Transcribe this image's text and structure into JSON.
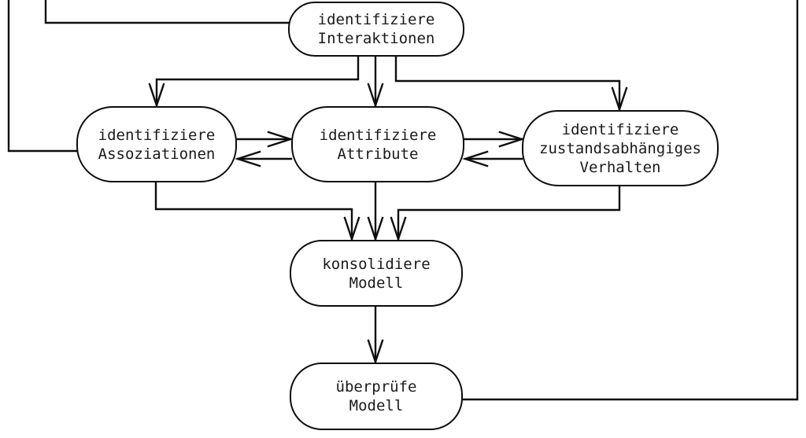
{
  "diagram": {
    "type": "flowchart",
    "language": "de",
    "background_color": "#ffffff",
    "stroke_color": "#0d0d0d",
    "text_color": "#1a1a1a",
    "nodes": [
      {
        "id": "identifiziere-interaktionen",
        "line1": "identifiziere",
        "line2": "Interaktionen"
      },
      {
        "id": "identifiziere-assoziationen",
        "line1": "identifiziere",
        "line2": "Assoziationen"
      },
      {
        "id": "identifiziere-attribute",
        "line1": "identifiziere",
        "line2": "Attribute"
      },
      {
        "id": "identifiziere-zustandsabhaengiges-verhalten",
        "line1": "identifiziere",
        "line2": "zustandsabhängiges",
        "line3": "Verhalten"
      },
      {
        "id": "konsolidiere-modell",
        "line1": "konsolidiere",
        "line2": "Modell"
      },
      {
        "id": "ueberpruefe-modell",
        "line1": "überprüfe",
        "line2": "Modell"
      }
    ],
    "edges": [
      {
        "from": "offscreen-top",
        "to": "identifiziere-interaktionen",
        "arrowhead": false
      },
      {
        "from": "offscreen-top",
        "to": "identifiziere-assoziationen",
        "arrowhead": false
      },
      {
        "from": "identifiziere-interaktionen",
        "to": "identifiziere-assoziationen",
        "arrowhead": true
      },
      {
        "from": "identifiziere-interaktionen",
        "to": "identifiziere-attribute",
        "arrowhead": true
      },
      {
        "from": "identifiziere-interaktionen",
        "to": "identifiziere-zustandsabhaengiges-verhalten",
        "arrowhead": true
      },
      {
        "from": "identifiziere-assoziationen",
        "to": "identifiziere-attribute",
        "arrowhead": true
      },
      {
        "from": "identifiziere-attribute",
        "to": "identifiziere-assoziationen",
        "arrowhead": true
      },
      {
        "from": "identifiziere-attribute",
        "to": "identifiziere-zustandsabhaengiges-verhalten",
        "arrowhead": true
      },
      {
        "from": "identifiziere-zustandsabhaengiges-verhalten",
        "to": "identifiziere-attribute",
        "arrowhead": true
      },
      {
        "from": "identifiziere-assoziationen",
        "to": "konsolidiere-modell",
        "arrowhead": true
      },
      {
        "from": "identifiziere-attribute",
        "to": "konsolidiere-modell",
        "arrowhead": true
      },
      {
        "from": "identifiziere-zustandsabhaengiges-verhalten",
        "to": "konsolidiere-modell",
        "arrowhead": true
      },
      {
        "from": "konsolidiere-modell",
        "to": "ueberpruefe-modell",
        "arrowhead": true
      },
      {
        "from": "ueberpruefe-modell",
        "to": "offscreen-top-right",
        "arrowhead": false
      }
    ]
  }
}
